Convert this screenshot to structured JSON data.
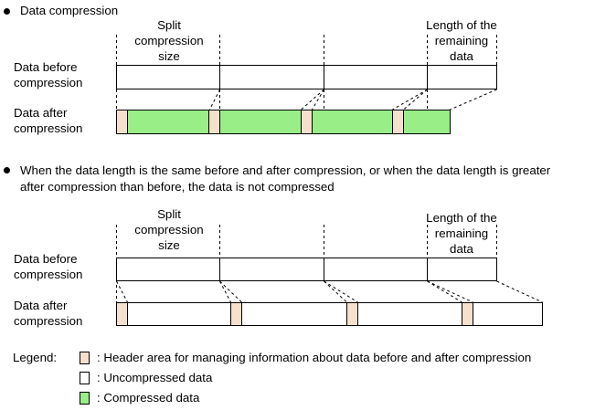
{
  "section1": {
    "heading": "Data compression",
    "split_label": [
      "Split",
      "compression",
      "size"
    ],
    "remaining_label": [
      "Length of the",
      "remaining",
      "data"
    ],
    "row_before": [
      "Data before",
      "compression"
    ],
    "row_after": [
      "Data after",
      "compression"
    ]
  },
  "section2": {
    "heading_lines": [
      "When the data length is the same before and after compression, or when the data length is greater",
      "after compression than before, the data is not compressed"
    ],
    "split_label": [
      "Split",
      "compression",
      "size"
    ],
    "remaining_label": [
      "Length of the",
      "remaining",
      "data"
    ],
    "row_before": [
      "Data before",
      "compression"
    ],
    "row_after": [
      "Data after",
      "compression"
    ]
  },
  "legend": {
    "title": "Legend:",
    "items": [
      {
        "label": ": Header area for managing information about data before and after compression",
        "color": "#f5e0cc"
      },
      {
        "label": ": Uncompressed data",
        "color": "#ffffff"
      },
      {
        "label": ": Compressed data",
        "color": "#99ee88"
      }
    ]
  },
  "colors": {
    "header": "#f5e0cc",
    "compressed": "#99ee88",
    "uncompressed": "#ffffff",
    "stroke": "#000000"
  }
}
